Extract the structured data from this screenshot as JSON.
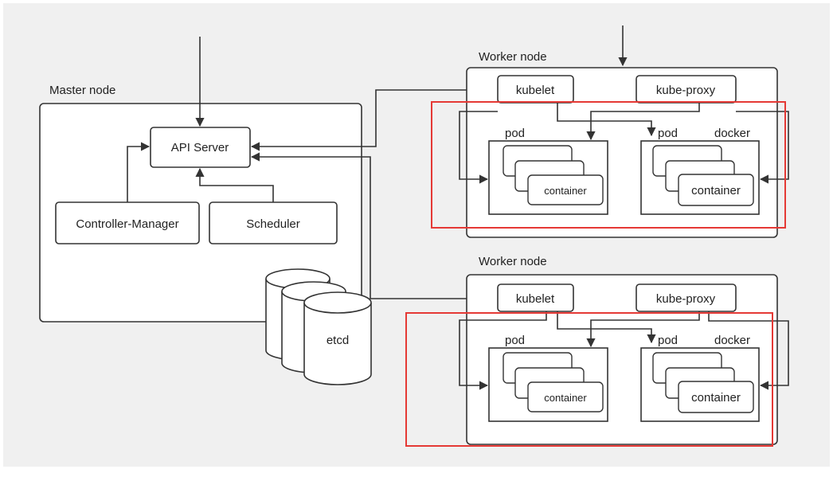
{
  "colors": {
    "canvas": "#f0f0f0",
    "box_fill": "#ffffff",
    "stroke": "#333333",
    "highlight": "#e53935"
  },
  "master": {
    "title": "Master node",
    "api_server": "API Server",
    "controller_manager": "Controller-Manager",
    "scheduler": "Scheduler",
    "etcd": "etcd"
  },
  "workers": [
    {
      "title": "Worker node",
      "kubelet": "kubelet",
      "kube_proxy": "kube-proxy",
      "pod_left_label": "pod",
      "pod_right_label": "pod",
      "docker_label": "docker",
      "container_left": "container",
      "container_right": "container"
    },
    {
      "title": "Worker node",
      "kubelet": "kubelet",
      "kube_proxy": "kube-proxy",
      "pod_left_label": "pod",
      "pod_right_label": "pod",
      "docker_label": "docker",
      "container_left": "container",
      "container_right": "container"
    }
  ]
}
